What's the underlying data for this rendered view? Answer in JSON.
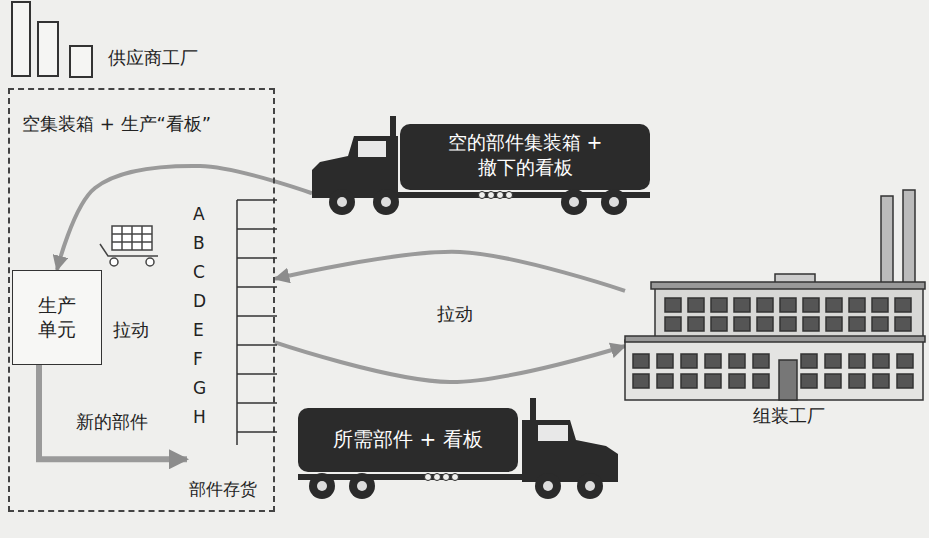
{
  "diagram": {
    "nodes": [
      {
        "text": [
          "供应商工厂"
        ]
      },
      {
        "text": [
          "生产 单元"
        ],
        "in": 0
      },
      {
        "text": [
          "A",
          "B",
          "C",
          "D",
          "E",
          "F",
          "G",
          "H",
          "部件存货"
        ],
        "in": 0
      },
      {
        "text": [
          "空的部件集装箱 + 撤下的看板"
        ]
      },
      {
        "text": [
          "所需部件 + 看板"
        ]
      },
      {
        "text": [
          "组装工厂"
        ]
      }
    ],
    "edges": [
      {
        "from": 3,
        "to": 1,
        "arrow": "to",
        "label": "空集装箱 + 生产“看板”"
      },
      {
        "from": 1,
        "to": 2,
        "arrow": "to",
        "label": "新的部件"
      },
      {
        "from": 5,
        "to": 0,
        "arrow": "to"
      },
      {
        "from": 0,
        "to": 5,
        "arrow": "to"
      }
    ],
    "labels": [
      "拉动",
      "拉动"
    ]
  }
}
